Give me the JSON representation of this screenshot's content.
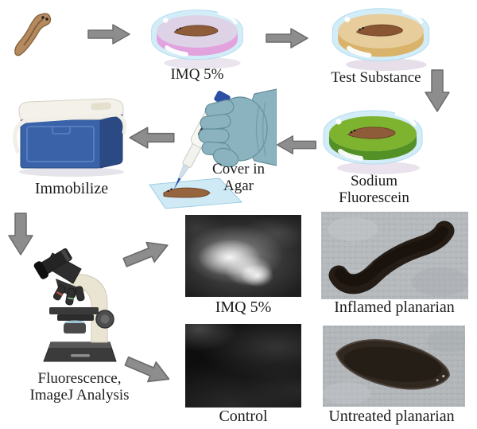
{
  "steps": {
    "cover_in_agar_line1": "Cover in",
    "cover_in_agar_line2": "Agar",
    "immobilize_label": "Immobilize",
    "analysis_label_line1": "Fluorescence,",
    "analysis_label_line2": "ImageJ Analysis"
  },
  "dishes": {
    "imq": {
      "label": "IMQ 5%",
      "top": "#ded2e7",
      "side": "#e2a2dd"
    },
    "test": {
      "label": "Test Substance",
      "top": "#e7cd9b",
      "side": "#d8b369"
    },
    "fluorescein": {
      "label_line1": "Sodium",
      "label_line2": "Fluorescein",
      "top": "#7db32f",
      "side": "#539127"
    }
  },
  "results": {
    "imq_image_label": "IMQ 5%",
    "control_image_label": "Control",
    "inflamed_label": "Inflamed planarian",
    "untreated_label": "Untreated planarian"
  },
  "icons": {
    "planarian": "brown flatworm illustration",
    "petri_dish": "petri dish with planarian",
    "arrow": "thick gray flow arrow",
    "cooler": "blue ice cooler box",
    "pipette_hand": "gloved hand with micropipette over slide",
    "microscope": "compound microscope"
  },
  "colors": {
    "arrow": "#8d8d8d",
    "arrow_border": "#6c6c6c",
    "glass": "#d3edf8",
    "worm": "#a9placeholder",
    "worm_body": "#a9switch",
    "cooler_front": "#3a62a9",
    "cooler_side": "#2b4a83",
    "lid": "#f3f1ea",
    "glove": "#8ab3bf",
    "pipette_blue": "#2b4fa3",
    "text": "#1c1c1c"
  }
}
